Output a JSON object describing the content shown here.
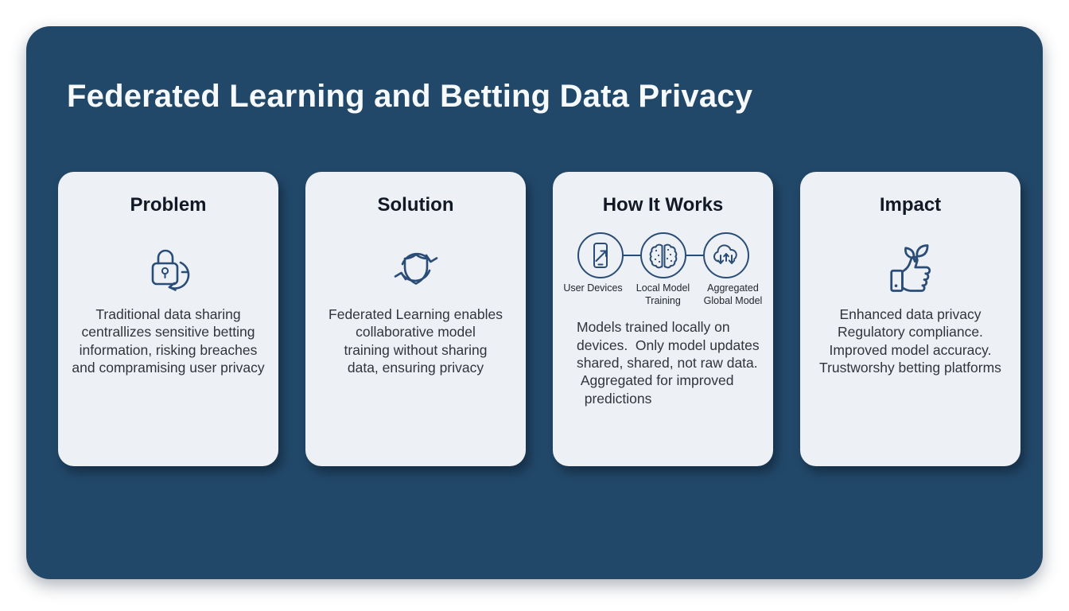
{
  "page": {
    "title": "Federated Learning and Betting Data Privacy"
  },
  "colors": {
    "panel_background": "#224869",
    "card_background": "#edf0f4",
    "title_text": "#f7fafc",
    "card_title_text": "#121926",
    "card_body_text": "#31353b",
    "icon_stroke": "#2a4d77"
  },
  "cards": [
    {
      "title": "Problem",
      "icon": "lock-refresh-icon",
      "body": "Traditional data sharing\ncentrallizes sensitive betting\ninformation, risking breaches\nand compramising user privacy"
    },
    {
      "title": "Solution",
      "icon": "shield-sync-icon",
      "body": "Federated Learning enables\ncollaborative model\ntraining without sharing\ndata, ensuring privacy"
    },
    {
      "title": "How It Works",
      "steps": [
        {
          "icon": "smartphone-icon",
          "label": "User Devices"
        },
        {
          "icon": "brain-icon",
          "label": "Local Model\nTraining"
        },
        {
          "icon": "cloud-sync-icon",
          "label": "Aggregated\nGlobal Model"
        }
      ],
      "body": "Models trained locally on\ndevices.  Only model updates\nshared, shared, not raw data.\n Aggregated for improved\n  predictions"
    },
    {
      "title": "Impact",
      "icon": "thumbs-up-growth-icon",
      "body": "Enhanced data privacy\nRegulatory compliance.\nImproved model accuracy.\nTrustworshy betting platforms"
    }
  ]
}
